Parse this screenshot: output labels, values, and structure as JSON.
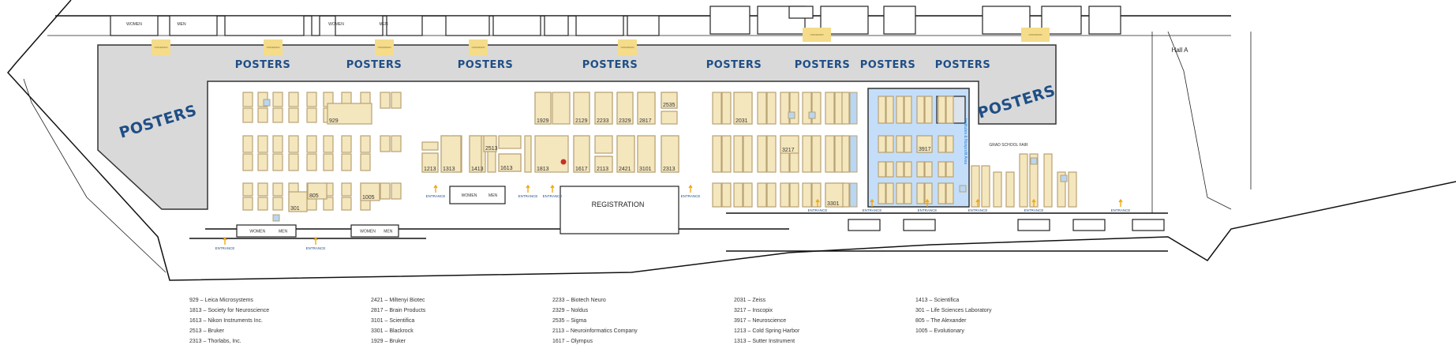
{
  "posters_label": "POSTERS",
  "hall_label": "Hall A",
  "grad_school_fair": "GRAD SCHOOL FAIR",
  "registration": "REGISTRATION",
  "institutes_area": "Institutes & Nonprofit Area",
  "restrooms": {
    "women": "WOMEN",
    "men": "MEN"
  },
  "concession_label": "CONCESSION",
  "entrance_label": "ENTRANCE",
  "colors": {
    "poster_area": "#d9d9d9",
    "poster_text": "#1f4e86",
    "booth": "#f4e6bd",
    "booth_highlight": "#b9d6f3",
    "nonprofit_area": "#c4defa",
    "concession": "#f5dc8a",
    "entry_arrow": "#f0a500"
  },
  "named_booths": [
    {
      "name": "Leica Microsystems",
      "number": "929"
    },
    {
      "name": "Society for Neuroscience",
      "number": "1813"
    },
    {
      "name": "Nikon Instruments Inc.",
      "number": "1613"
    },
    {
      "name": "Bruker",
      "number": "2513"
    },
    {
      "name": "Thorlabs, Inc.",
      "number": "2313"
    },
    {
      "name": "Miltenyi Biotec",
      "number": "2421"
    },
    {
      "name": "Brain Products",
      "number": "2817"
    },
    {
      "name": "Scientifica",
      "number": "3101"
    },
    {
      "name": "Blackrock",
      "number": "3301"
    },
    {
      "name": "Bruker",
      "number": "1929"
    },
    {
      "name": "Biotech Neuro",
      "number": "2233"
    },
    {
      "name": "Noldus",
      "number": "2329"
    },
    {
      "name": "Sigma",
      "number": "2535"
    },
    {
      "name": "Neuroinformatics Company",
      "number": "2113"
    },
    {
      "name": "Olympus",
      "number": "1617"
    },
    {
      "name": "",
      "number": "2129"
    },
    {
      "name": "Zeiss",
      "number": "2031"
    },
    {
      "name": "Inscopix",
      "number": "3217"
    },
    {
      "name": "Neuroscience",
      "number": "3917"
    },
    {
      "name": "Cold Spring Harbor",
      "number": "1213"
    },
    {
      "name": "Sutter Instrument",
      "number": "1313"
    },
    {
      "name": "Scientifica",
      "number": "1413"
    },
    {
      "name": "Life Sciences Laboratory",
      "number": "301"
    },
    {
      "name": "The Alexander",
      "number": "805"
    },
    {
      "name": "Evolutionary",
      "number": "1005"
    }
  ]
}
